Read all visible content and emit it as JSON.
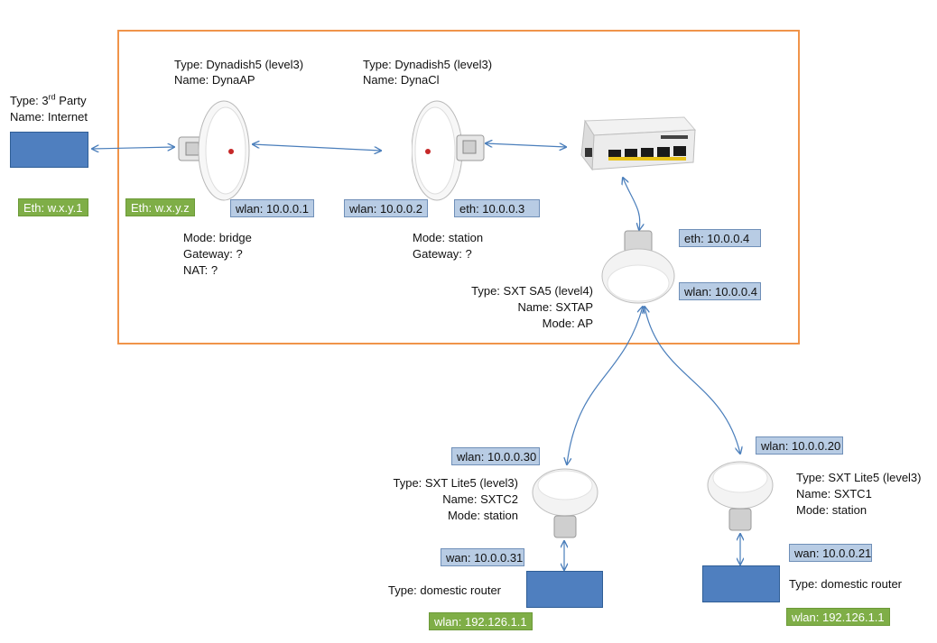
{
  "internet": {
    "type_prefix": "Type: 3",
    "type_sup": "rd",
    "type_suffix": " Party",
    "name": "Name: Internet",
    "eth": "Eth: w.x.y.1"
  },
  "dyna_ap": {
    "type": "Type: Dynadish5 (level3)",
    "name": "Name: DynaAP",
    "eth": "Eth: w.x.y.z",
    "wlan": "wlan: 10.0.0.1",
    "mode": "Mode: bridge",
    "gateway": "Gateway: ?",
    "nat": "NAT: ?"
  },
  "dyna_cl": {
    "type": "Type: Dynadish5 (level3)",
    "name": "Name: DynaCl",
    "wlan": "wlan: 10.0.0.2",
    "eth": "eth: 10.0.0.3",
    "mode": "Mode: station",
    "gateway": "Gateway: ?"
  },
  "sxtap": {
    "eth": "eth: 10.0.0.4",
    "wlan": "wlan: 10.0.0.4",
    "type": "Type:  SXT SA5 (level4)",
    "name": "Name: SXTAP",
    "mode": "Mode: AP"
  },
  "sxtc2": {
    "wlan": "wlan: 10.0.0.30",
    "type": "Type:  SXT Lite5 (level3)",
    "name": "Name: SXTC2",
    "mode": "Mode: station",
    "wan": "wan: 10.0.0.31",
    "router_type": "Type: domestic router",
    "router_wlan": "wlan: 192.126.1.1"
  },
  "sxtc1": {
    "wlan": "wlan: 10.0.0.20",
    "type": "Type:  SXT Lite5 (level3)",
    "name": "Name: SXTC1",
    "mode": "Mode: station",
    "wan": "wan: 10.0.0.21",
    "router_type": "Type: domestic router",
    "router_wlan": "wlan: 192.126.1.1"
  },
  "colors": {
    "frame": "#f0944a",
    "device_box": "#4f7fbf",
    "badge_blue": "#b8cce4",
    "badge_green": "#7fae47",
    "link": "#4a7ebb"
  },
  "icons": {
    "dish": "dynadish-antenna-icon",
    "switch": "ethernet-switch-icon",
    "sxt": "sxt-antenna-icon",
    "router": "domestic-router-icon"
  }
}
